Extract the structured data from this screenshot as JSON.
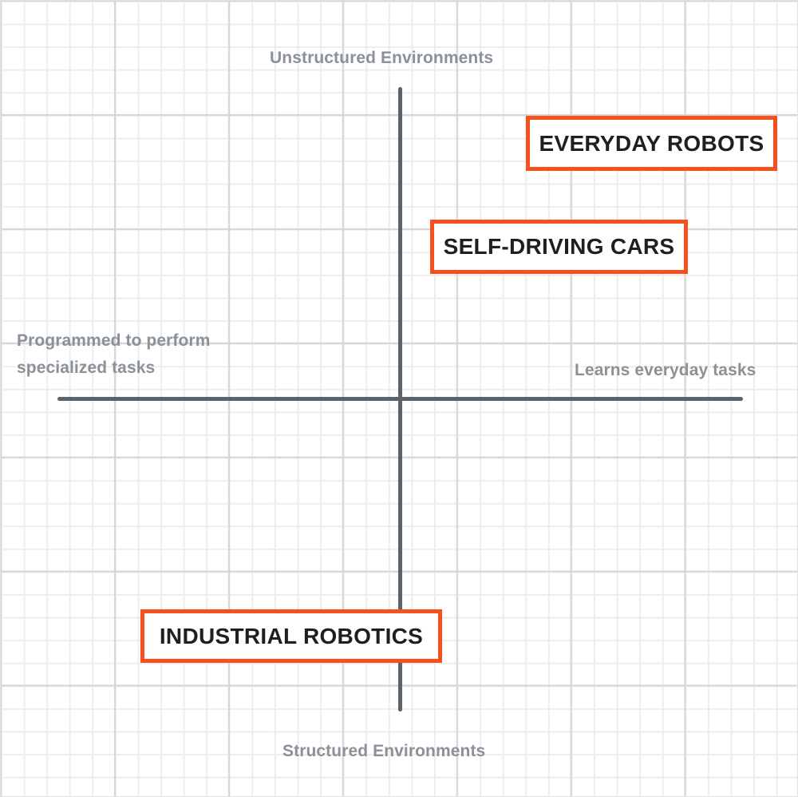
{
  "chart_data": {
    "type": "scatter",
    "title": "",
    "subtitle": "",
    "xlabel": "",
    "ylabel": "",
    "grid": true,
    "legend": "none",
    "axes": {
      "x": {
        "negative_label": "Programmed to perform\nspecialized tasks",
        "positive_label": "Learns everyday tasks",
        "range": [
          -1,
          1
        ]
      },
      "y": {
        "negative_label": "Structured Environments",
        "positive_label": "Unstructured Environments",
        "range": [
          -1,
          1
        ]
      }
    },
    "annotations": [
      {
        "label": "EVERYDAY ROBOTS",
        "x": 0.62,
        "y": 0.72,
        "quadrant": "upper-right"
      },
      {
        "label": "SELF-DRIVING CARS",
        "x": 0.32,
        "y": 0.4,
        "quadrant": "upper-right"
      },
      {
        "label": "INDUSTRIAL ROBOTICS",
        "x": -0.52,
        "y": -0.66,
        "quadrant": "lower-left"
      }
    ]
  },
  "colors": {
    "accent": "#f4511e",
    "axis": "#5b636b",
    "axis_label_text": "#8a9199",
    "callout_text": "#1f1f1f",
    "grid_major": "#d6d6d6",
    "grid_minor": "#ededed",
    "background": "#ffffff"
  },
  "axis_labels": {
    "top": "Unstructured Environments",
    "bottom": "Structured Environments",
    "left": "Programmed to perform\nspecialized tasks",
    "right": "Learns everyday tasks"
  },
  "callouts": {
    "everyday_robots": "EVERYDAY ROBOTS",
    "self_driving_cars": "SELF-DRIVING CARS",
    "industrial_robotics": "INDUSTRIAL ROBOTICS"
  }
}
